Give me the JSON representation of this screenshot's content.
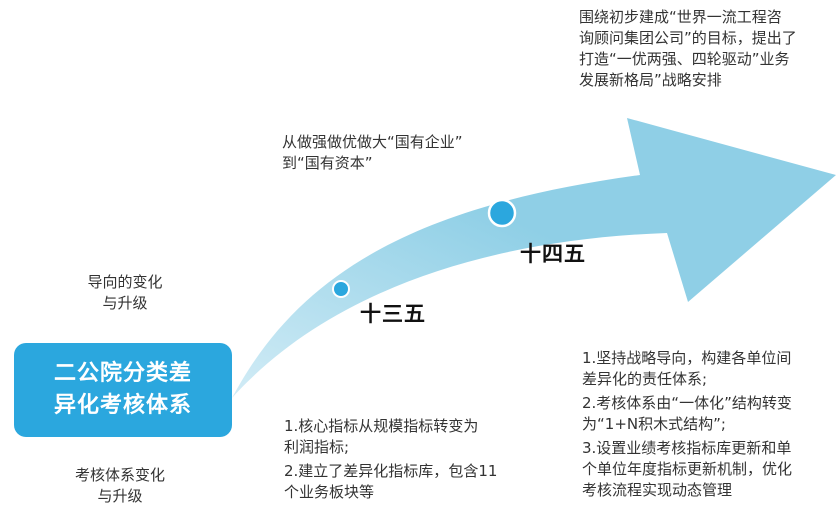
{
  "colors": {
    "arrow": "#8fcfe6",
    "arrow_light": "#d2ecf6",
    "box": "#2ba7de",
    "dot": "#2ba7de",
    "dot_ring": "#ffffff",
    "text": "#333333"
  },
  "box": {
    "line1": "二公院分类差",
    "line2": "异化考核体系"
  },
  "left_labels": {
    "top_line1": "导向的变化",
    "top_line2": "与升级",
    "bottom_line1": "考核体系变化",
    "bottom_line2": "与升级"
  },
  "stages": {
    "first": "十三五",
    "second": "十四五"
  },
  "top_right_text": {
    "line1": "围绕初步建成“世界一流工程咨",
    "line2": "询顾问集团公司”的目标，提出了",
    "line3": "打造“一优两强、四轮驱动”业务",
    "line4": "发展新格局”战略安排"
  },
  "middle_text": {
    "line1": "从做强做优做大“国有企业”",
    "line2": "到“国有资本”"
  },
  "bottom_middle_list": {
    "item1_line1": "1.核心指标从规模指标转变为",
    "item1_line2": "利润指标;",
    "item2_line1": "2.建立了差异化指标库，包含11",
    "item2_line2": "个业务板块等"
  },
  "bottom_right_list": {
    "item1_line1": "1.坚持战略导向，构建各单位间",
    "item1_line2": "差异化的责任体系;",
    "item2_line1": "2.考核体系由“一体化”结构转变",
    "item2_line2": "为“1+N积木式结构”;",
    "item3_line1": "3.设置业绩考核指标库更新和单",
    "item3_line2": "个单位年度指标更新机制，优化",
    "item3_line3": "考核流程实现动态管理"
  }
}
